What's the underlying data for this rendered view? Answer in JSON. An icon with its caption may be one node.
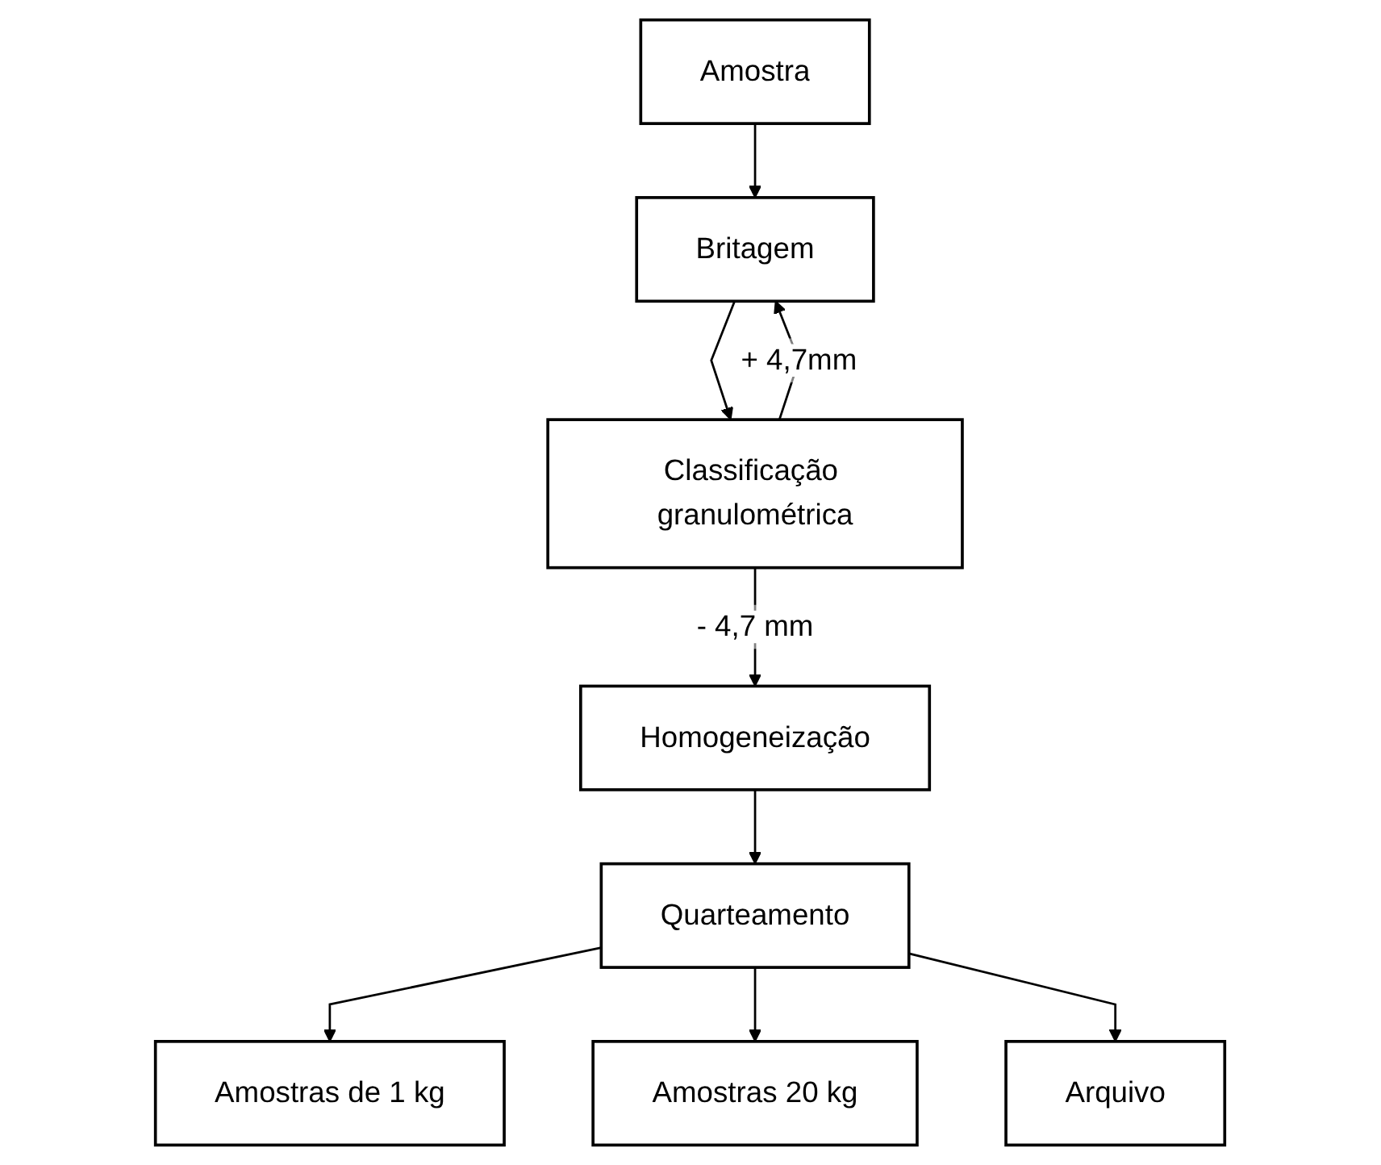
{
  "diagram": {
    "nodes": [
      {
        "text": [
          "Amostra"
        ]
      },
      {
        "text": [
          "Britagem"
        ]
      },
      {
        "text": [
          "Classificação granulométrica"
        ]
      },
      {
        "text": [
          "Homogeneização"
        ]
      },
      {
        "text": [
          "Quarteamento"
        ]
      },
      {
        "text": [
          "Amostras de 1 kg"
        ]
      },
      {
        "text": [
          "Amostras 20 kg"
        ]
      },
      {
        "text": [
          "Arquivo"
        ]
      }
    ],
    "edges": [
      {
        "from": 0,
        "to": 1,
        "arrow": "to"
      },
      {
        "from": 1,
        "to": 2,
        "arrow": "to"
      },
      {
        "from": 2,
        "to": 1,
        "arrow": "to",
        "label": "+ 4,7mm"
      },
      {
        "from": 2,
        "to": 3,
        "arrow": "to",
        "label": "- 4,7 mm"
      },
      {
        "from": 3,
        "to": 4,
        "arrow": "to"
      },
      {
        "from": 4,
        "to": 5,
        "arrow": "to"
      },
      {
        "from": 4,
        "to": 6,
        "arrow": "to"
      },
      {
        "from": 4,
        "to": 7,
        "arrow": "to"
      }
    ]
  }
}
